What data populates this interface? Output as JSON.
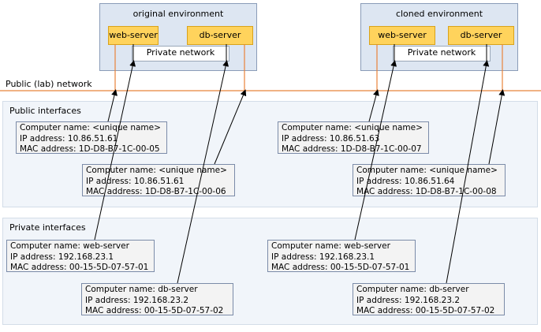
{
  "public_network_label": "Public (lab) network",
  "original_env": {
    "title": "original environment",
    "web": "web-server",
    "db": "db-server",
    "private_net": "Private network"
  },
  "cloned_env": {
    "title": "cloned environment",
    "web": "web-server",
    "db": "db-server",
    "private_net": "Private network"
  },
  "public_interfaces": {
    "title": "Public interfaces",
    "cards": [
      {
        "name": "Computer name: <unique name>",
        "ip": "IP address: 10.86.51.61",
        "mac": "MAC address: 1D-D8-B7-1C-00-05"
      },
      {
        "name": "Computer name: <unique name>",
        "ip": "IP address: 10.86.51.61",
        "mac": "MAC address: 1D-D8-B7-1C-00-06"
      },
      {
        "name": "Computer name: <unique name>",
        "ip": "IP address: 10.86.51.63",
        "mac": "MAC address: 1D-D8-B7-1C-00-07"
      },
      {
        "name": "Computer name: <unique name>",
        "ip": "IP address: 10.86.51.64",
        "mac": "MAC address: 1D-D8-B7-1C-00-08"
      }
    ]
  },
  "private_interfaces": {
    "title": "Private interfaces",
    "cards": [
      {
        "name": "Computer name: web-server",
        "ip": "IP address: 192.168.23.1",
        "mac": "MAC address: 00-15-5D-07-57-01"
      },
      {
        "name": "Computer name: db-server",
        "ip": "IP address: 192.168.23.2",
        "mac": "MAC address: 00-15-5D-07-57-02"
      },
      {
        "name": "Computer name: web-server",
        "ip": "IP address: 192.168.23.1",
        "mac": "MAC address: 00-15-5D-07-57-01"
      },
      {
        "name": "Computer name: db-server",
        "ip": "IP address: 192.168.23.2",
        "mac": "MAC address: 00-15-5D-07-57-02"
      }
    ]
  },
  "colors": {
    "public_network_line": "#e8833a",
    "env_fill": "#dde6f2",
    "server_fill": "#ffd35c",
    "panel_fill": "#f1f5fa"
  }
}
